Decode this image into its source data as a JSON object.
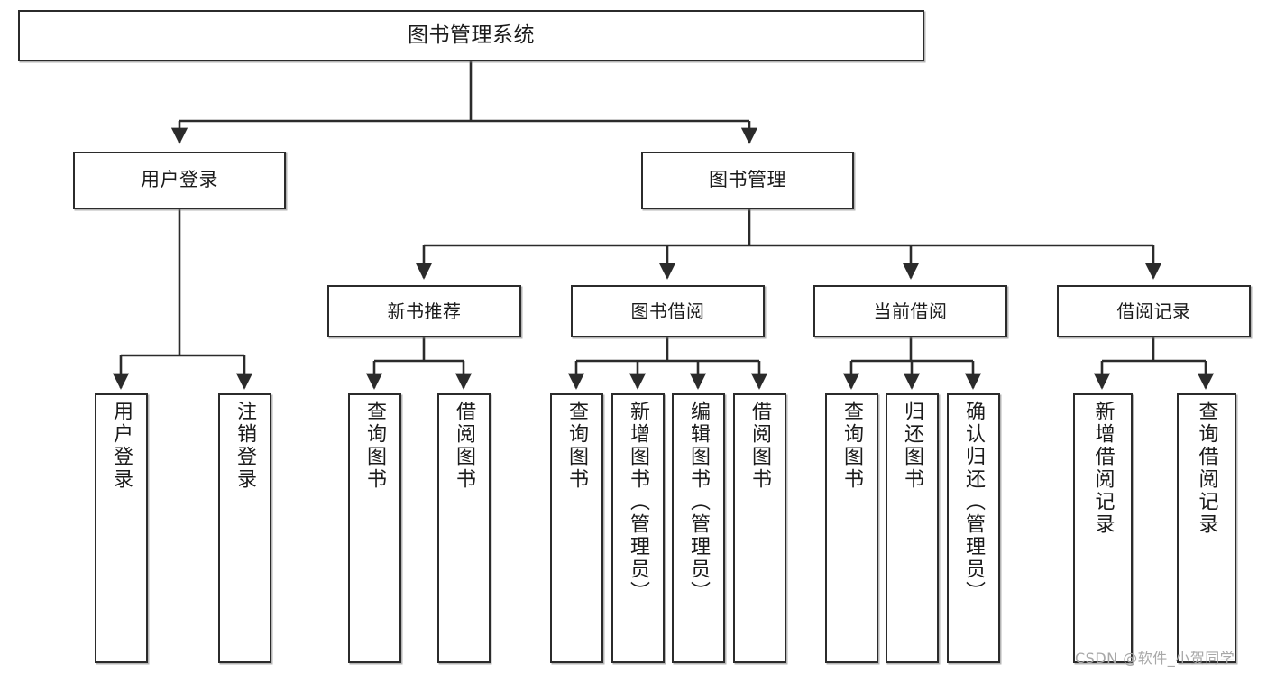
{
  "diagram": {
    "title": "图书管理系统",
    "type": "tree-hierarchy-chart",
    "orientation": "top-down",
    "colors": {
      "box_border": "#2b2b2b",
      "box_fill": "#ffffff",
      "edge": "#2b2b2b",
      "text": "#1b1b1b",
      "watermark": "#a8a8a8",
      "background": "#ffffff"
    }
  },
  "nodes": {
    "root": {
      "label": "图书管理系统"
    },
    "level2": [
      {
        "label": "用户登录"
      },
      {
        "label": "图书管理"
      }
    ],
    "level3": [
      {
        "label": "新书推荐"
      },
      {
        "label": "图书借阅"
      },
      {
        "label": "当前借阅"
      },
      {
        "label": "借阅记录"
      }
    ],
    "leaves": {
      "user_login": [
        {
          "label": "用户登录"
        },
        {
          "label": "注销登录"
        }
      ],
      "new_book_recommend": [
        {
          "label": "查询图书"
        },
        {
          "label": "借阅图书"
        }
      ],
      "book_borrow": [
        {
          "label": "查询图书"
        },
        {
          "label": "新增图书（管理员）"
        },
        {
          "label": "编辑图书（管理员）"
        },
        {
          "label": "借阅图书"
        }
      ],
      "current_borrow": [
        {
          "label": "查询图书"
        },
        {
          "label": "归还图书"
        },
        {
          "label": "确认归还（管理员）"
        }
      ],
      "borrow_record": [
        {
          "label": "新增借阅记录"
        },
        {
          "label": "查询借阅记录"
        }
      ]
    }
  },
  "watermark": {
    "text": "CSDN @软件_小贺同学"
  }
}
